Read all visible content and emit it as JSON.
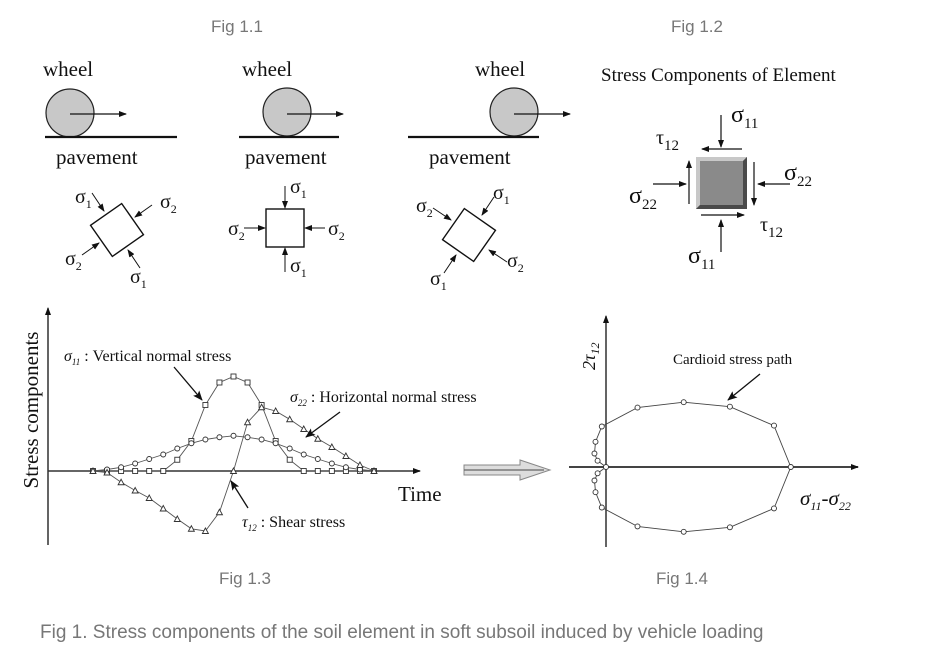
{
  "captions": {
    "fig11": "Fig 1.1",
    "fig12": "Fig 1.2",
    "fig13": "Fig 1.3",
    "fig14": "Fig 1.4",
    "main": "Fig 1. Stress components of the soil element in soft subsoil induced by vehicle loading"
  },
  "fig11": {
    "panels": [
      {
        "wheel": "wheel",
        "pavement": "pavement",
        "s1": "σ",
        "s1sub": "1",
        "s2": "σ",
        "s2sub": "2"
      },
      {
        "wheel": "wheel",
        "pavement": "pavement",
        "s1": "σ",
        "s1sub": "1",
        "s2": "σ",
        "s2sub": "2"
      },
      {
        "wheel": "wheel",
        "pavement": "pavement",
        "s1": "σ",
        "s1sub": "1",
        "s2": "σ",
        "s2sub": "2"
      }
    ]
  },
  "fig12": {
    "title": "Stress Components of Element",
    "sigma": "σ",
    "tau": "τ",
    "sub11": "11",
    "sub22": "22",
    "sub12": "12"
  },
  "chart_data": [
    {
      "type": "line",
      "title": "",
      "xlabel": "Time",
      "ylabel": "Stress components",
      "grid": false,
      "x": [
        0,
        1,
        2,
        3,
        4,
        5,
        6,
        7,
        8,
        9,
        10,
        11,
        12,
        13,
        14,
        15,
        16,
        17,
        18,
        19,
        20
      ],
      "series": [
        {
          "name": "σ11 : Vertical normal stress",
          "marker": "square",
          "values": [
            0,
            0,
            0,
            0,
            0,
            0,
            0.15,
            0.4,
            0.88,
            1.18,
            1.26,
            1.18,
            0.88,
            0.4,
            0.15,
            0,
            0,
            0,
            0,
            0,
            0
          ]
        },
        {
          "name": "σ22 : Horizontal normal stress",
          "marker": "circle",
          "values": [
            0,
            0.02,
            0.05,
            0.1,
            0.16,
            0.22,
            0.3,
            0.37,
            0.42,
            0.45,
            0.47,
            0.45,
            0.42,
            0.37,
            0.3,
            0.22,
            0.16,
            0.1,
            0.05,
            0.02,
            0
          ]
        },
        {
          "name": "τ12 : Shear stress",
          "marker": "triangle",
          "values": [
            0,
            -0.02,
            -0.15,
            -0.26,
            -0.36,
            -0.5,
            -0.64,
            -0.77,
            -0.8,
            -0.55,
            0,
            0.65,
            0.85,
            0.8,
            0.69,
            0.56,
            0.43,
            0.32,
            0.2,
            0.08,
            0
          ]
        }
      ],
      "annotations": [
        "σ11 : Vertical normal stress",
        "σ22 : Horizontal normal stress",
        "τ12 : Shear stress"
      ]
    },
    {
      "type": "scatter",
      "title": "",
      "xlabel": "σ11-σ22",
      "ylabel": "2τ12",
      "grid": false,
      "annotation": "Cardioid stress path",
      "points": [
        [
          0,
          0
        ],
        [
          -0.08,
          0.07
        ],
        [
          -0.11,
          0.15
        ],
        [
          -0.1,
          0.28
        ],
        [
          -0.04,
          0.45
        ],
        [
          0.3,
          0.66
        ],
        [
          0.74,
          0.72
        ],
        [
          1.18,
          0.67
        ],
        [
          1.6,
          0.46
        ],
        [
          1.76,
          0
        ],
        [
          1.6,
          -0.46
        ],
        [
          1.18,
          -0.67
        ],
        [
          0.74,
          -0.72
        ],
        [
          0.3,
          -0.66
        ],
        [
          -0.04,
          -0.45
        ],
        [
          -0.1,
          -0.28
        ],
        [
          -0.11,
          -0.15
        ],
        [
          -0.08,
          -0.07
        ],
        [
          0,
          0
        ]
      ]
    }
  ],
  "fig13": {
    "ylabel": "Stress components",
    "xlabel": "Time",
    "sigma": "σ",
    "tau": "τ",
    "sub11": "11",
    "sub22": "22",
    "sub12": "12",
    "lab11": " : Vertical normal stress",
    "lab22": " : Horizontal normal stress",
    "lab12": " : Shear stress"
  },
  "fig14": {
    "ylabel_main": "2τ",
    "ylabel_sub": "12",
    "xlabel_a": "σ",
    "xlabel_a_sub": "11",
    "xlabel_dash": "-",
    "xlabel_b": "σ",
    "xlabel_b_sub": "22",
    "annotation": "Cardioid stress path"
  }
}
